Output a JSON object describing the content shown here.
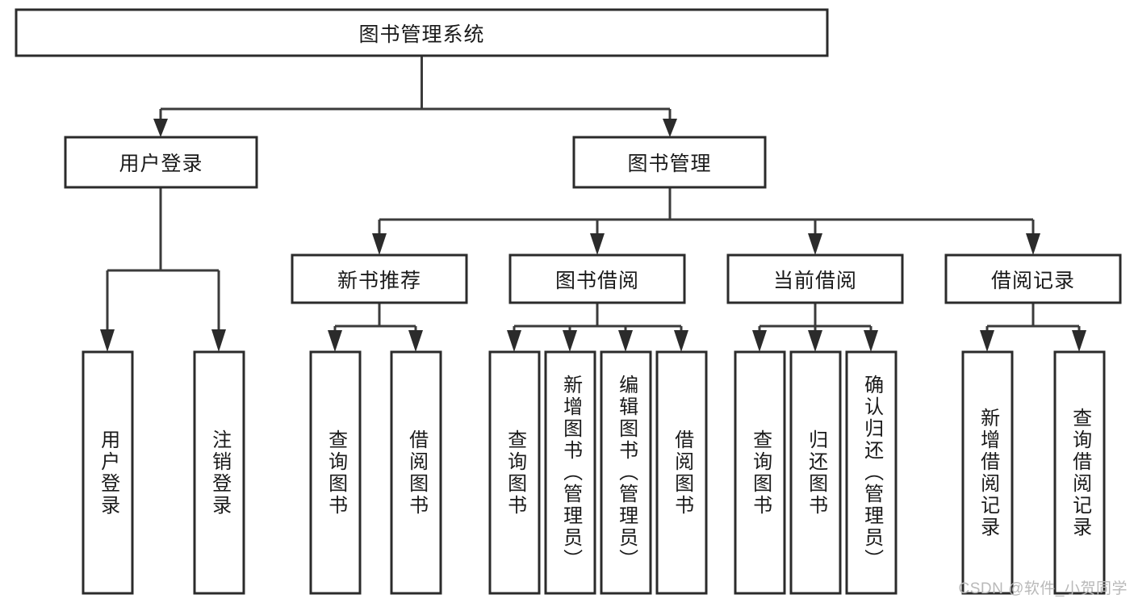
{
  "diagram": {
    "type": "tree",
    "title": "图书管理系统",
    "root": {
      "id": "root",
      "label": "图书管理系统",
      "orientation": "horizontal"
    },
    "level2": [
      {
        "id": "user-login",
        "label": "用户登录",
        "orientation": "horizontal"
      },
      {
        "id": "book-manage",
        "label": "图书管理",
        "orientation": "horizontal"
      }
    ],
    "level3": [
      {
        "id": "new-book-rec",
        "label": "新书推荐",
        "parent": "book-manage",
        "orientation": "horizontal"
      },
      {
        "id": "book-borrow",
        "label": "图书借阅",
        "parent": "book-manage",
        "orientation": "horizontal"
      },
      {
        "id": "current-borrow",
        "label": "当前借阅",
        "parent": "book-manage",
        "orientation": "horizontal"
      },
      {
        "id": "borrow-record",
        "label": "借阅记录",
        "parent": "book-manage",
        "orientation": "horizontal"
      }
    ],
    "leaves": [
      {
        "id": "leaf-user-login",
        "label": "用户登录",
        "parent": "user-login",
        "orientation": "vertical"
      },
      {
        "id": "leaf-logout",
        "label": "注销登录",
        "parent": "user-login",
        "orientation": "vertical"
      },
      {
        "id": "leaf-query-book-1",
        "label": "查询图书",
        "parent": "new-book-rec",
        "orientation": "vertical"
      },
      {
        "id": "leaf-borrow-book-1",
        "label": "借阅图书",
        "parent": "new-book-rec",
        "orientation": "vertical"
      },
      {
        "id": "leaf-query-book-2",
        "label": "查询图书",
        "parent": "book-borrow",
        "orientation": "vertical"
      },
      {
        "id": "leaf-add-book",
        "label": "新增图书（管理员）",
        "parent": "book-borrow",
        "orientation": "vertical"
      },
      {
        "id": "leaf-edit-book",
        "label": "编辑图书（管理员）",
        "parent": "book-borrow",
        "orientation": "vertical"
      },
      {
        "id": "leaf-borrow-book-2",
        "label": "借阅图书",
        "parent": "book-borrow",
        "orientation": "vertical"
      },
      {
        "id": "leaf-query-book-3",
        "label": "查询图书",
        "parent": "current-borrow",
        "orientation": "vertical"
      },
      {
        "id": "leaf-return-book",
        "label": "归还图书",
        "parent": "current-borrow",
        "orientation": "vertical"
      },
      {
        "id": "leaf-confirm-return",
        "label": "确认归还（管理员）",
        "parent": "current-borrow",
        "orientation": "vertical"
      },
      {
        "id": "leaf-add-record",
        "label": "新增借阅记录",
        "parent": "borrow-record",
        "orientation": "vertical"
      },
      {
        "id": "leaf-query-record",
        "label": "查询借阅记录",
        "parent": "borrow-record",
        "orientation": "vertical"
      }
    ],
    "colors": {
      "box_stroke": "#2b2b2b",
      "box_fill": "#ffffff",
      "connector": "#3b3b3b",
      "text": "#1a1a1a",
      "background": "#ffffff",
      "watermark": "#b9b9b9"
    }
  },
  "watermark": {
    "text": "CSDN @软件_小贺同学"
  }
}
